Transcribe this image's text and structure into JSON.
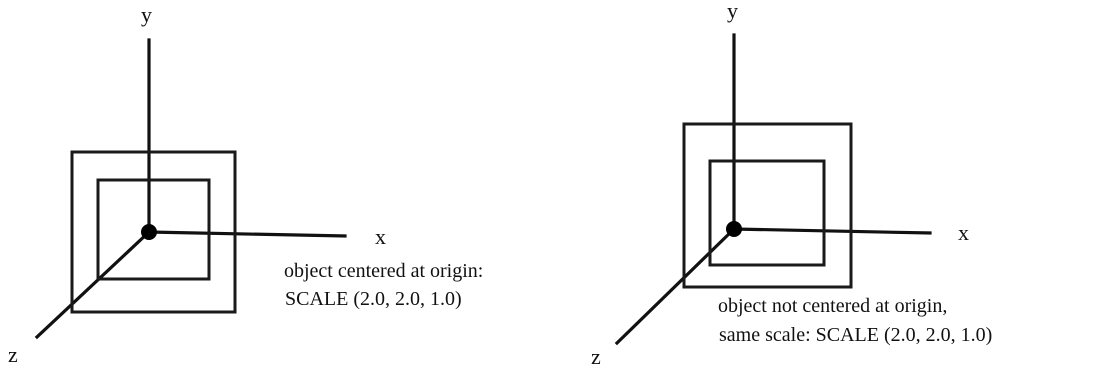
{
  "panels": [
    {
      "id": "left",
      "axes": {
        "x": "x",
        "y": "y",
        "z": "z"
      },
      "caption_line1": "object centered at origin:",
      "caption_line2": "SCALE (2.0, 2.0, 1.0)"
    },
    {
      "id": "right",
      "axes": {
        "x": "x",
        "y": "y",
        "z": "z"
      },
      "caption_line1": "object not centered at origin,",
      "caption_line2": "same scale: SCALE (2.0, 2.0, 1.0)"
    }
  ]
}
